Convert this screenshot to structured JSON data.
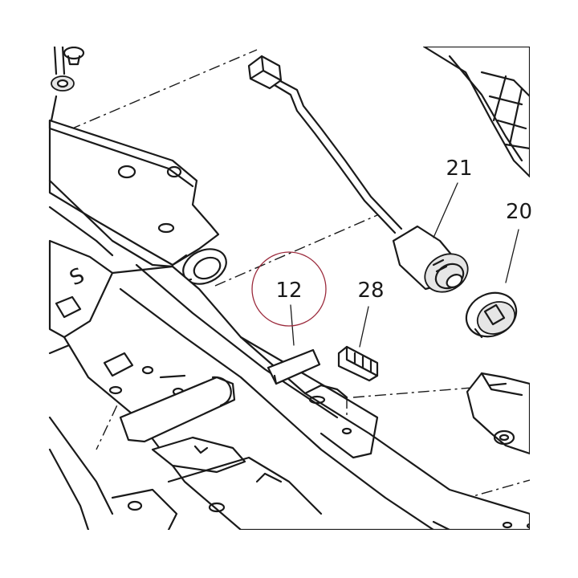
{
  "diagram": {
    "callouts": [
      {
        "id": "part-12",
        "label": "12"
      },
      {
        "id": "part-28",
        "label": "28"
      },
      {
        "id": "part-21",
        "label": "21"
      },
      {
        "id": "part-20",
        "label": "20"
      }
    ],
    "frame_marking": "S",
    "highlight_color": "#9b2a3c",
    "line_color": "#1a1a1a"
  }
}
